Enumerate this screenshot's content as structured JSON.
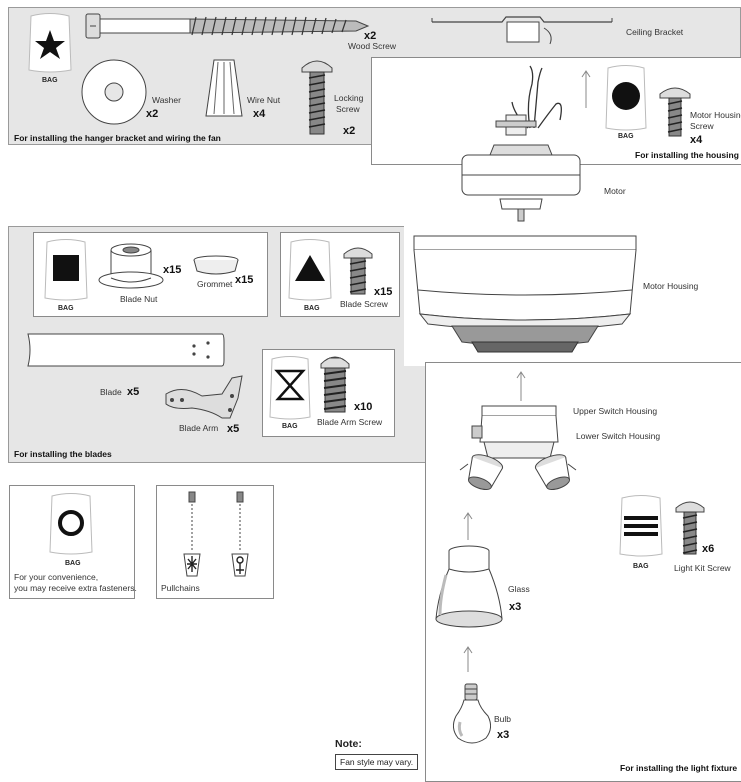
{
  "hanger_panel": {
    "caption": "For installing the hanger bracket and wiring the fan",
    "bag_label": "BAG",
    "wood_screw": {
      "label": "Wood Screw",
      "qty": "x2"
    },
    "ceiling_bracket": {
      "label": "Ceiling Bracket"
    },
    "washer": {
      "label": "Washer",
      "qty": "x2"
    },
    "wire_nut": {
      "label": "Wire Nut",
      "qty": "x4"
    },
    "locking_screw": {
      "label_line1": "Locking",
      "label_line2": "Screw",
      "qty": "x2"
    }
  },
  "housing_panel": {
    "caption": "For installing the housing",
    "bag_label": "BAG",
    "motor_housing_screw": {
      "label_line1": "Motor Housing",
      "label_line2": "Screw",
      "qty": "x4"
    },
    "motor": {
      "label": "Motor"
    }
  },
  "blades_panel": {
    "caption": "For installing the blades",
    "bag_label": "BAG",
    "blade_nut": {
      "label": "Blade Nut",
      "qty": "x15"
    },
    "grommet": {
      "label": "Grommet",
      "qty": "x15"
    },
    "blade_screw": {
      "label": "Blade Screw",
      "qty": "x15"
    },
    "motor_housing": {
      "label": "Motor Housing"
    },
    "blade": {
      "label": "Blade",
      "qty": "x5"
    },
    "blade_arm": {
      "label": "Blade Arm",
      "qty": "x5"
    },
    "blade_arm_screw": {
      "label": "Blade Arm Screw",
      "qty": "x10"
    }
  },
  "extras_box": {
    "bag_label": "BAG",
    "text_line1": "For your convenience,",
    "text_line2": "you may receive extra fasteners."
  },
  "pullchains_box": {
    "label": "Pullchains"
  },
  "light_panel": {
    "caption": "For installing the light fixture",
    "bag_label": "BAG",
    "upper_switch_housing": {
      "label": "Upper Switch Housing"
    },
    "lower_switch_housing": {
      "label": "Lower Switch Housing"
    },
    "light_kit_screw": {
      "label": "Light Kit Screw",
      "qty": "x6"
    },
    "glass": {
      "label": "Glass",
      "qty": "x3"
    },
    "bulb": {
      "label": "Bulb",
      "qty": "x3"
    }
  },
  "note": {
    "title": "Note:",
    "text": "Fan style may vary."
  }
}
